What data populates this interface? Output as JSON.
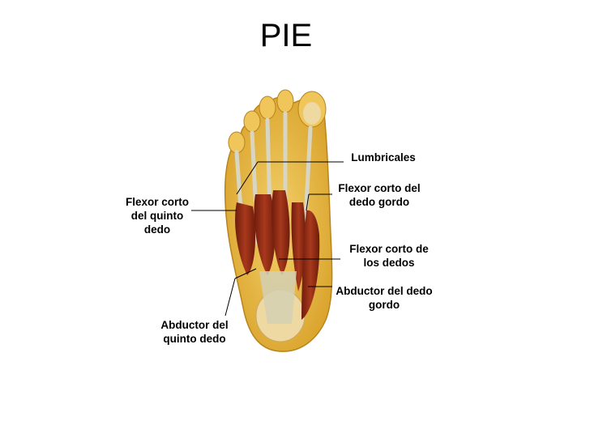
{
  "slide": {
    "title": "PIE"
  },
  "labels": {
    "lumbricales": "Lumbricales",
    "flexor_corto_dedo_gordo": "Flexor corto del\ndedo gordo",
    "flexor_corto_quinto_dedo": "Flexor corto\ndel quinto\ndedo",
    "flexor_corto_dedos": "Flexor corto de\nlos dedos",
    "abductor_dedo_gordo": "Abductor del dedo\ngordo",
    "abductor_quinto_dedo": "Abductor del\nquinto dedo"
  },
  "colors": {
    "fat": "#e9b93a",
    "tendon": "#c9c6a8",
    "muscle": "#8e2a14",
    "bone": "#efd9a2",
    "leader_line": "#000000"
  }
}
